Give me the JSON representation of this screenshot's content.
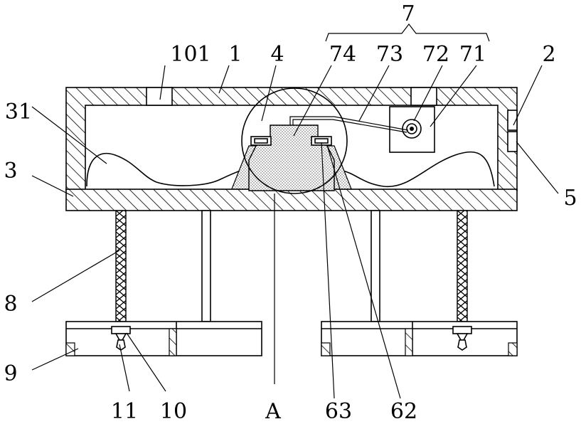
{
  "figure": {
    "callouts": [
      {
        "id": "7",
        "text": "7"
      },
      {
        "id": "101",
        "text": "101"
      },
      {
        "id": "1",
        "text": "1"
      },
      {
        "id": "4",
        "text": "4"
      },
      {
        "id": "74",
        "text": "74"
      },
      {
        "id": "73",
        "text": "73"
      },
      {
        "id": "72",
        "text": "72"
      },
      {
        "id": "71",
        "text": "71"
      },
      {
        "id": "2",
        "text": "2"
      },
      {
        "id": "31",
        "text": "31"
      },
      {
        "id": "3",
        "text": "3"
      },
      {
        "id": "5",
        "text": "5"
      },
      {
        "id": "8",
        "text": "8"
      },
      {
        "id": "9",
        "text": "9"
      },
      {
        "id": "11",
        "text": "11"
      },
      {
        "id": "10",
        "text": "10"
      },
      {
        "id": "A",
        "text": "A"
      },
      {
        "id": "63",
        "text": "63"
      },
      {
        "id": "62",
        "text": "62"
      }
    ]
  }
}
